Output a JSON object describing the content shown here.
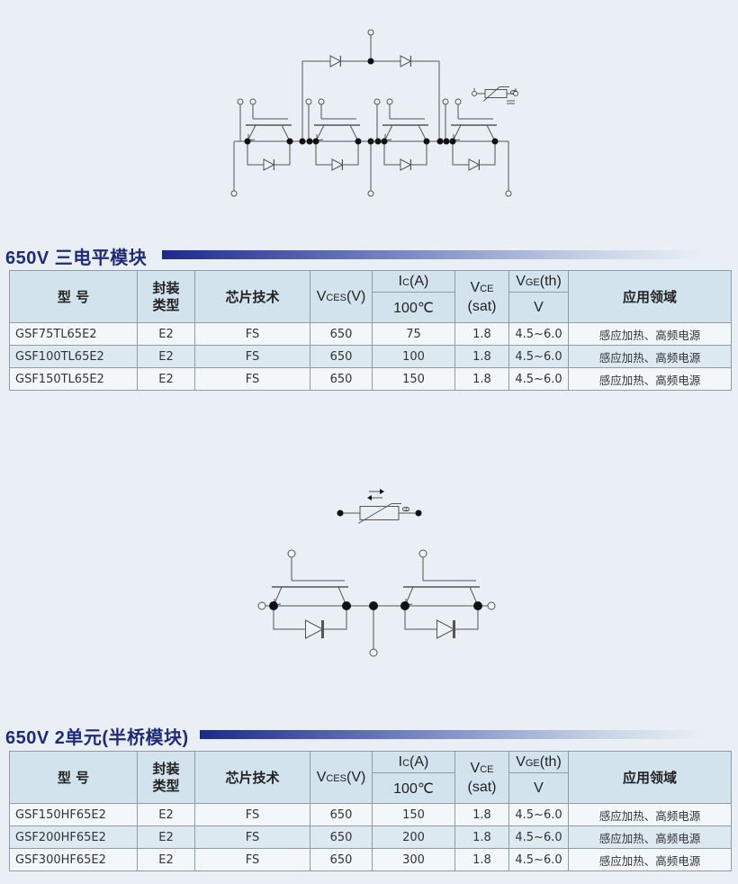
{
  "sections": [
    {
      "title": "650V  三电平模块",
      "header": {
        "model": "型 号",
        "package": "封装类型",
        "chip": "芯片技术",
        "vces": "V",
        "vces_sub": "CES",
        "vces_unit": "(V)",
        "ic": "I",
        "ic_sub": "C",
        "ic_unit": "(A)",
        "ic_temp": "100℃",
        "vce": "V",
        "vce_sub": "CE",
        "vce_sat": "(sat)",
        "vge": "V",
        "vge_sub": "GE",
        "vge_th": "(th)",
        "vge_unit": "V",
        "app": "应用领域"
      },
      "rows": [
        {
          "model": "GSF75TL65E2",
          "package": "E2",
          "chip": "FS",
          "vces": "650",
          "ic": "75",
          "vce": "1.8",
          "vge": "4.5~6.0",
          "app": "感应加热、高频电源"
        },
        {
          "model": "GSF100TL65E2",
          "package": "E2",
          "chip": "FS",
          "vces": "650",
          "ic": "100",
          "vce": "1.8",
          "vge": "4.5~6.0",
          "app": "感应加热、高频电源"
        },
        {
          "model": "GSF150TL65E2",
          "package": "E2",
          "chip": "FS",
          "vces": "650",
          "ic": "150",
          "vce": "1.8",
          "vge": "4.5~6.0",
          "app": "感应加热、高频电源"
        }
      ]
    },
    {
      "title": "650V  2单元(半桥模块)",
      "header": {
        "model": "型 号",
        "package": "封装类型",
        "chip": "芯片技术",
        "vces": "V",
        "vces_sub": "CES",
        "vces_unit": "(V)",
        "ic": "I",
        "ic_sub": "C",
        "ic_unit": "(A)",
        "ic_temp": "100℃",
        "vce": "V",
        "vce_sub": "CE",
        "vce_sat": "(sat)",
        "vge": "V",
        "vge_sub": "GE",
        "vge_th": "(th)",
        "vge_unit": "V",
        "app": "应用领域"
      },
      "rows": [
        {
          "model": "GSF150HF65E2",
          "package": "E2",
          "chip": "FS",
          "vces": "650",
          "ic": "150",
          "vce": "1.8",
          "vge": "4.5~6.0",
          "app": "感应加热、高频电源"
        },
        {
          "model": "GSF200HF65E2",
          "package": "E2",
          "chip": "FS",
          "vces": "650",
          "ic": "200",
          "vce": "1.8",
          "vge": "4.5~6.0",
          "app": "感应加热、高频电源"
        },
        {
          "model": "GSF300HF65E2",
          "package": "E2",
          "chip": "FS",
          "vces": "650",
          "ic": "300",
          "vce": "1.8",
          "vge": "4.5~6.0",
          "app": "感应加热、高频电源"
        }
      ]
    }
  ],
  "thermistor_label": "θ"
}
